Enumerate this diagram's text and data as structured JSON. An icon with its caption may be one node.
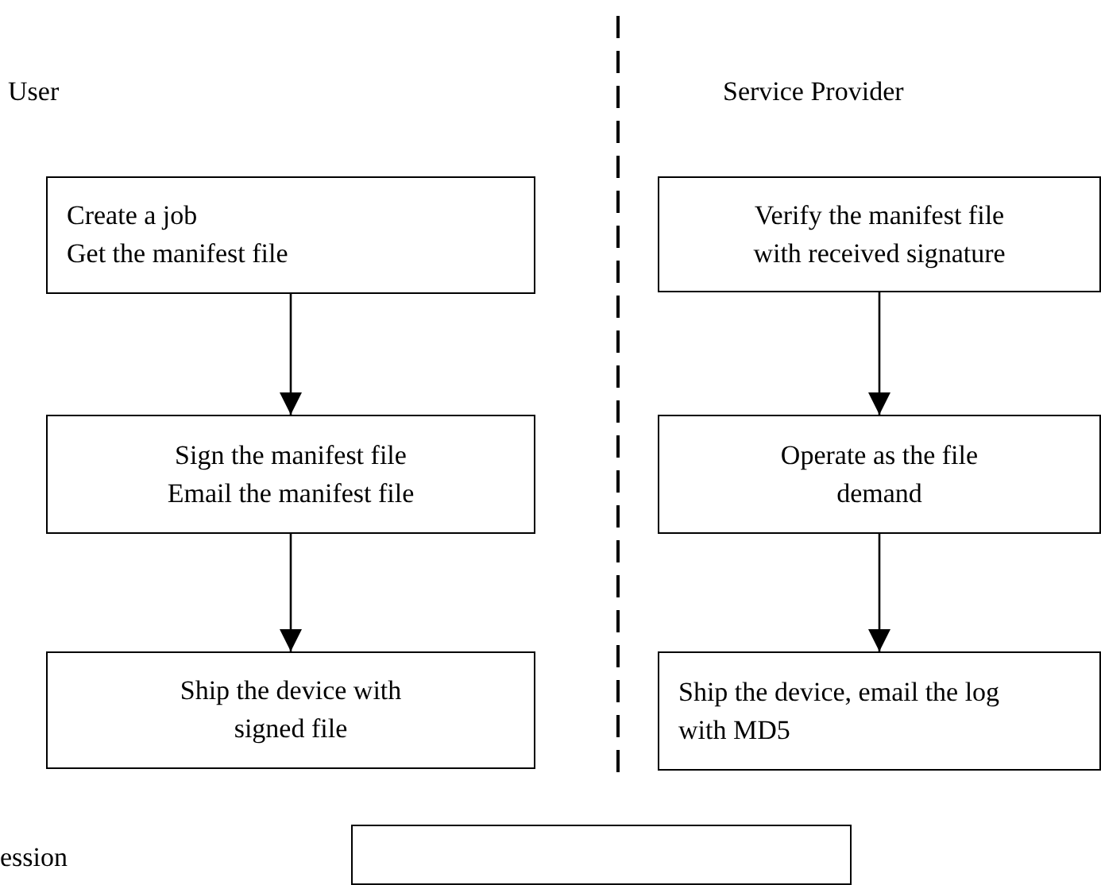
{
  "diagram": {
    "nodes": [
      {
        "text": [
          "Create a job",
          "Get the manifest file"
        ]
      },
      {
        "text": [
          "Sign the manifest file",
          "Email the manifest file"
        ]
      },
      {
        "text": [
          "Ship the device with signed file"
        ]
      },
      {
        "text": [
          "Verify the manifest file with received signature"
        ]
      },
      {
        "text": [
          "Operate as the file demand"
        ]
      },
      {
        "text": [
          "Ship the device, email the log with MD5"
        ]
      },
      {
        "text": [],
        "shape": "box"
      }
    ],
    "edges": [
      {
        "from": 0,
        "to": 1,
        "arrow": "to"
      },
      {
        "from": 1,
        "to": 2,
        "arrow": "to"
      },
      {
        "from": 3,
        "to": 4,
        "arrow": "to"
      },
      {
        "from": 4,
        "to": 5,
        "arrow": "to"
      }
    ],
    "labels": [
      "User",
      "Service Provider",
      "ession"
    ]
  }
}
